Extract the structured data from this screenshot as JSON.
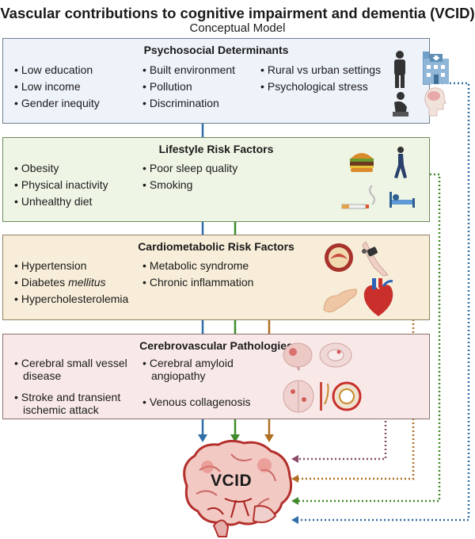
{
  "title": "Vascular contributions to cognitive impairment and dementia (VCID)",
  "subtitle": "Conceptual Model",
  "boxes": {
    "psychosocial": {
      "heading": "Psychosocial Determinants",
      "col1": [
        "Low education",
        "Low income",
        "Gender inequity"
      ],
      "col2": [
        "Built environment",
        "Pollution",
        "Discrimination"
      ],
      "col3": [
        "Rural vs urban settings",
        "Psychological stress"
      ]
    },
    "lifestyle": {
      "heading": "Lifestyle Risk Factors",
      "col1": [
        "Obesity",
        "Physical inactivity",
        "Unhealthy diet"
      ],
      "col2": [
        "Poor sleep quality",
        "Smoking"
      ]
    },
    "cardiometabolic": {
      "heading": "Cardiometabolic Risk Factors",
      "col1": [
        "Hypertension",
        "Diabetes",
        "Hypercholesterolemia"
      ],
      "col1_italic_suffix": "mellitus",
      "col2": [
        "Metabolic syndrome",
        "Chronic inflammation"
      ]
    },
    "cerebrovascular": {
      "heading": "Cerebrovascular Pathologies",
      "col1_a_line1": "Cerebral small vessel",
      "col1_a_line2": "disease",
      "col1_b_line1": "Stroke and transient",
      "col1_b_line2": "ischemic attack",
      "col2_a_line1": "Cerebral amyloid",
      "col2_a_line2": "angiopathy",
      "col2_b": "Venous collagenosis"
    }
  },
  "outcome": "VCID",
  "bullet": "•",
  "colors": {
    "blue": "#2f6ea6",
    "green": "#3f8a2a",
    "brown": "#b06f24",
    "purple": "#8a4a6a"
  },
  "icons": [
    "person-icon",
    "hospital-building-icon",
    "stressed-person-icon",
    "head-brain-icon",
    "burger-icon",
    "walking-person-icon",
    "cigarette-icon",
    "bed-icon",
    "artery-plaque-icon",
    "blood-pressure-arm-icon",
    "pancreas-icon",
    "heart-icon",
    "brain-lesion-icon",
    "brain-section-icon",
    "brain-axial-icon",
    "vessel-cross-section-icon",
    "brain-illustration-icon"
  ]
}
